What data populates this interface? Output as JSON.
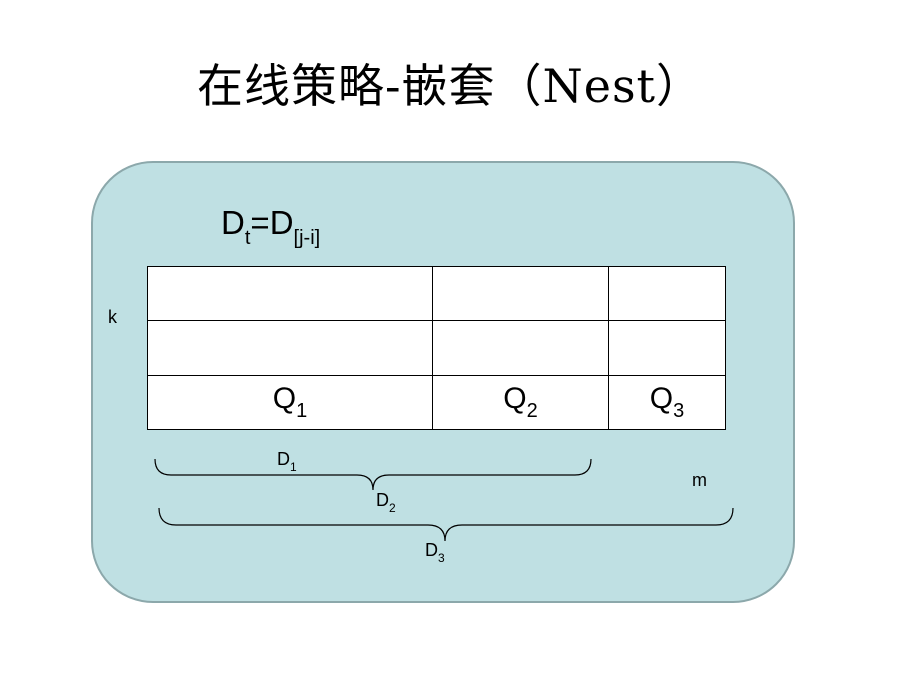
{
  "title": "在线策略-嵌套（Nest）",
  "formula": {
    "lhs": "D",
    "lhs_sub": "t",
    "eq": "=",
    "rhs": "D",
    "rhs_sub": "[j-i]"
  },
  "axis_labels": {
    "k": "k",
    "m": "m"
  },
  "table": {
    "queries": [
      {
        "name": "Q",
        "sub": "1"
      },
      {
        "name": "Q",
        "sub": "2"
      },
      {
        "name": "Q",
        "sub": "3"
      }
    ]
  },
  "braces": [
    {
      "name": "D",
      "sub": "1"
    },
    {
      "name": "D",
      "sub": "2"
    },
    {
      "name": "D",
      "sub": "3"
    }
  ],
  "colors": {
    "panel_fill": "#bfe0e3",
    "panel_border": "#8ca8ab",
    "table_fill": "#ffffff",
    "lines": "#000000"
  }
}
